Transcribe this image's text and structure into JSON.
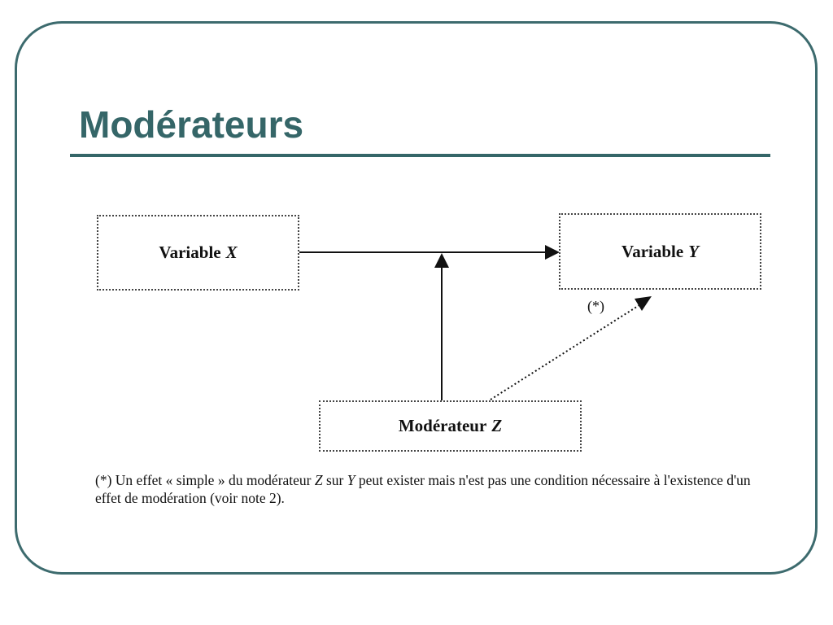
{
  "slide": {
    "title": "Modérateurs"
  },
  "diagram": {
    "box_x": {
      "label": "Variable",
      "var": "X"
    },
    "box_y": {
      "label": "Variable",
      "var": "Y"
    },
    "box_z": {
      "label": "Modérateur",
      "var": "Z"
    },
    "asterisk_label": "(*)"
  },
  "footnote": {
    "part1": "(*) Un effet « simple » du modérateur ",
    "var_z": "Z",
    "part2": "  sur ",
    "var_y": "Y",
    "part3": " peut exister mais n'est pas une condition nécessaire à l'existence d'un effet de modération (voir note 2)."
  },
  "colors": {
    "accent": "#356668",
    "frame": "#3d6b6e"
  }
}
